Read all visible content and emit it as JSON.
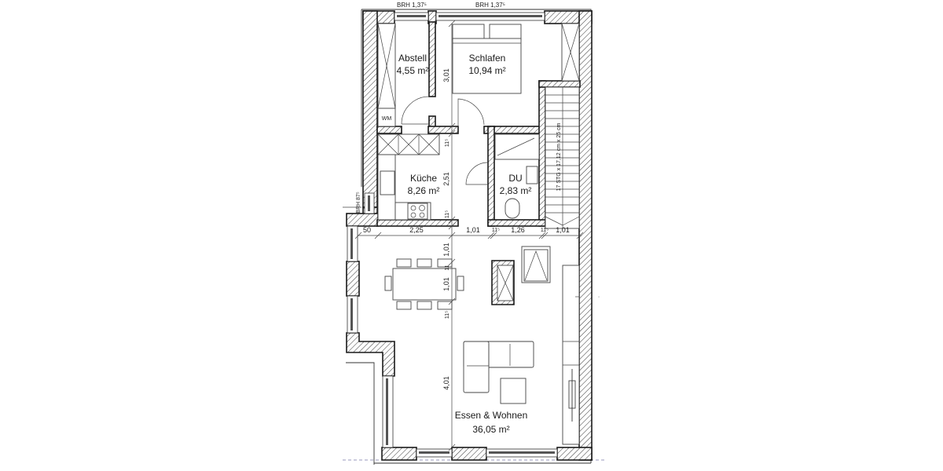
{
  "plan": {
    "rooms": {
      "abstell": {
        "name": "Abstell",
        "area": "4,55 m²"
      },
      "schlafen": {
        "name": "Schlafen",
        "area": "10,94 m²"
      },
      "kueche": {
        "name": "Küche",
        "area": "8,26 m²"
      },
      "du": {
        "name": "DU",
        "area": "2,83 m²"
      },
      "wohnen": {
        "name": "Essen & Wohnen",
        "area": "36,05 m²"
      }
    },
    "labels": {
      "brh_left": "BRH 1,37⁵",
      "brh_right": "BRH 1,37⁵",
      "brh_side": "BRH 87⁵",
      "wm": "WM",
      "stairs": "17 STG x 17,12 cm x 25 cm"
    },
    "dimensions": {
      "horizontal": [
        "50",
        "2,25",
        "1,01",
        "11⁵",
        "1,26",
        "11⁵",
        "1,01"
      ],
      "vertical_upper": [
        "3,01",
        "11⁵",
        "2,51",
        "11⁵"
      ],
      "vertical_lower": [
        "1,01",
        "11",
        "1,01",
        "11⁵",
        "4,01"
      ]
    }
  }
}
